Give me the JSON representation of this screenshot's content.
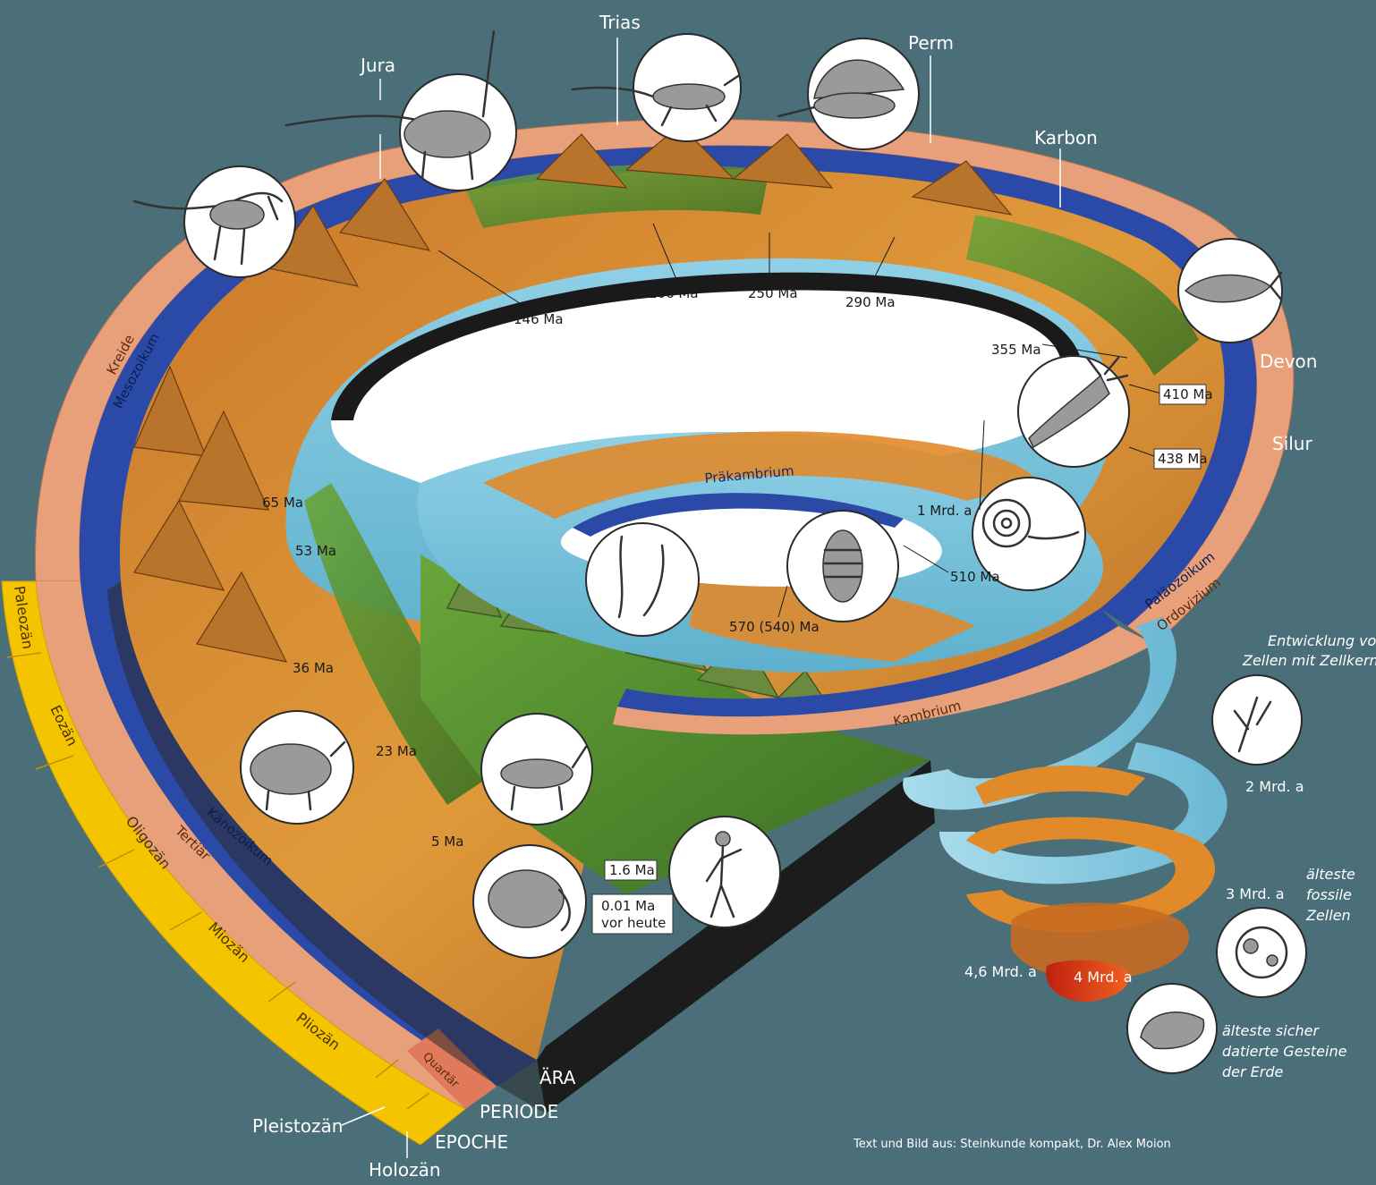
{
  "periods": {
    "trias": "Trias",
    "jura": "Jura",
    "perm": "Perm",
    "karbon": "Karbon",
    "devon": "Devon",
    "silur": "Silur",
    "kreide": "Kreide",
    "ordovizium": "Ordovizium",
    "kambrium": "Kambrium",
    "tertiaer": "Tertiär",
    "quartaer": "Quartär"
  },
  "eras": {
    "mesozoikum": "Mesozoikum",
    "palaeozoikum": "Paläozoikum",
    "kaenozoikum": "Känozoikum",
    "praekambrium": "Präkambrium"
  },
  "epochs": {
    "paleozaen": "Paleozän",
    "eozaen": "Eozän",
    "oligozaen": "Oligozän",
    "miozaen": "Miozän",
    "pliozaen": "Pliozän",
    "pleistozaen": "Pleistozän",
    "holozaen": "Holozän"
  },
  "legend": {
    "aera": "ÄRA",
    "periode": "PERIODE",
    "epoche": "EPOCHE"
  },
  "ages": {
    "ma146": "146 Ma",
    "ma206": "206 Ma",
    "ma250": "250 Ma",
    "ma290": "290 Ma",
    "ma355": "355 Ma",
    "ma410": "410 Ma",
    "ma438": "438 Ma",
    "mrd1": "1 Mrd. a",
    "ma510": "510 Ma",
    "ma570": "570 (540) Ma",
    "ma65": "65 Ma",
    "ma53": "53 Ma",
    "ma36": "36 Ma",
    "ma23": "23 Ma",
    "ma5": "5 Ma",
    "ma1_6": "1.6 Ma",
    "ma0_01_a": "0.01 Ma",
    "ma0_01_b": "vor heute",
    "mrd2": "2 Mrd. a",
    "mrd3": "3 Mrd. a",
    "mrd4": "4 Mrd. a",
    "mrd4_6": "4,6 Mrd. a"
  },
  "notes": {
    "zellkern_1": "Entwicklung von",
    "zellkern_2": "Zellen mit Zellkern",
    "fossil_1": "älteste",
    "fossil_2": "fossile",
    "fossil_3": "Zellen",
    "gestein_1": "älteste sicher",
    "gestein_2": "datierte Gesteine",
    "gestein_3": "der Erde"
  },
  "credit": "Text und Bild aus: Steinkunde kompakt, Dr. Alex Moion",
  "colors": {
    "background": "#4a6f78",
    "period_band": "#e8a07a",
    "era_band": "#2b4aa8",
    "epoch_band": "#f5c400",
    "water": "#7cc4dc",
    "land": "#d98a2b",
    "forest": "#4f8a2a"
  }
}
